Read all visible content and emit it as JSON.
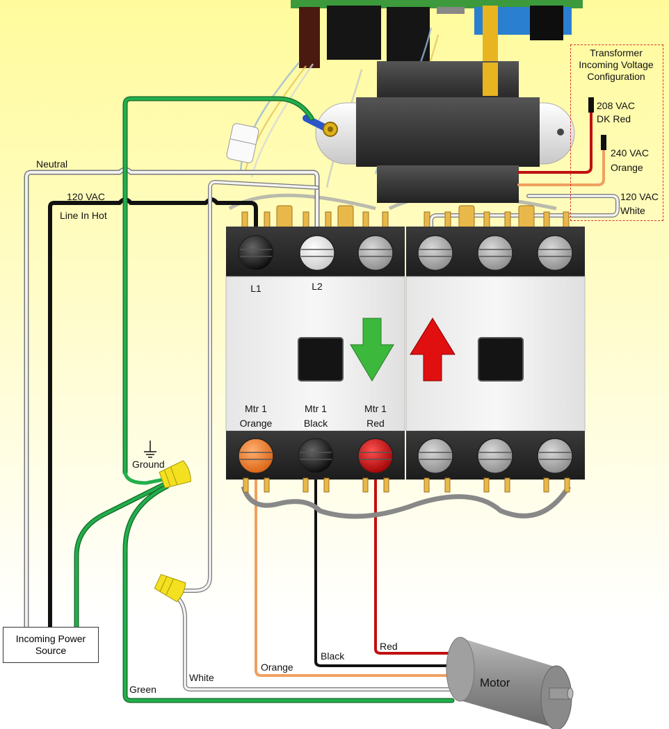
{
  "labels": {
    "neutral": "Neutral",
    "line_voltage": "120 VAC",
    "line_in_hot": "Line In Hot",
    "ground": "Ground",
    "incoming_power_source": "Incoming Power Source",
    "transformer_config_title": "Transformer Incoming Voltage Configuration",
    "tap_208_voltage": "208 VAC",
    "tap_208_color": "DK Red",
    "tap_240_voltage": "240 VAC",
    "tap_240_color": "Orange",
    "tap_120_voltage": "120 VAC",
    "tap_120_color": "White",
    "terminal_l1": "L1",
    "terminal_l2": "L2",
    "mtr_orange_line1": "Mtr 1",
    "mtr_orange_line2": "Orange",
    "mtr_black_line1": "Mtr 1",
    "mtr_black_line2": "Black",
    "mtr_red_line1": "Mtr 1",
    "mtr_red_line2": "Red",
    "wire_red": "Red",
    "wire_black": "Black",
    "wire_orange": "Orange",
    "wire_white": "White",
    "wire_green": "Green",
    "motor": "Motor"
  },
  "colors": {
    "wire_green": "#1aa84a",
    "wire_black": "#111111",
    "wire_white": "#f2f2f2",
    "wire_red": "#c01010",
    "wire_orange": "#f0a060",
    "arrow_down": "#3cb83c",
    "arrow_up": "#e01010",
    "wire_nut": "#f3e020"
  }
}
